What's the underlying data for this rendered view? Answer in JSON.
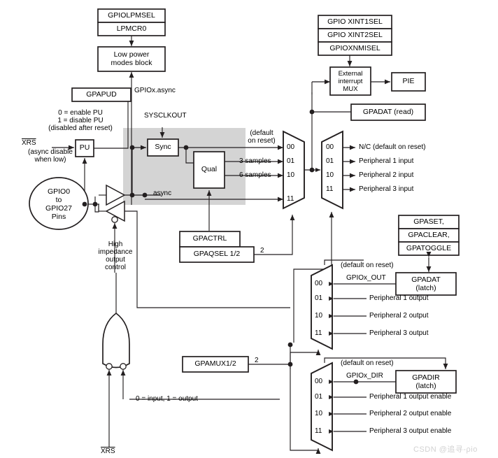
{
  "diagram": {
    "title": "GPIO block diagram",
    "watermark": "CSDN @追寻-ρio"
  },
  "boxes": {
    "gpiolpmsel": "GPIOLPMSEL",
    "lpmcr0": "LPMCR0",
    "low_power": "Low power\nmodes block",
    "gpapud": "GPAPUD",
    "pu": "PU",
    "sync": "Sync",
    "qual": "Qual",
    "gpactrl": "GPACTRL",
    "gpaqsel": "GPAQSEL 1/2",
    "gpamux": "GPAMUX1/2",
    "xint1sel": "GPIO XINT1SEL",
    "xint2sel": "GPIO XINT2SEL",
    "xnmisel": "GPIOXNMISEL",
    "ext_int_mux": "External\ninterrupt\nMUX",
    "pie": "PIE",
    "gpadat_read": "GPADAT (read)",
    "gpaset": "GPASET,",
    "gpaclear": "GPACLEAR,",
    "gpatoggle": "GPATOGGLE",
    "gpadat_latch": "GPADAT\n(latch)",
    "gpadir_latch": "GPADIR\n(latch)",
    "pins": "GPIO0\nto\nGPIO27\nPins"
  },
  "labels": {
    "gpiox_async": "GPIOx.async",
    "sysclkout": "SYSCLKOUT",
    "pu_enable": "0 = enable PU",
    "pu_disable": "1 = disable PU",
    "pu_reset": "(disabled after reset)",
    "xrs": "XRS",
    "xrs_note1": "(async disable",
    "xrs_note2": "when low)",
    "async": "async",
    "default_on_reset_1": "(default",
    "default_on_reset_2": "on reset)",
    "samples3": "3 samples",
    "samples6": "6 samples",
    "hi_z_1": "High",
    "hi_z_2": "impedance",
    "hi_z_3": "output",
    "hi_z_4": "control",
    "xrs_bottom": "XRS",
    "dir_note": "0 = input, 1 = output",
    "two_a": "2",
    "two_b": "2",
    "default_on_reset_out": "(default on reset)",
    "gpiox_out": "GPIOx_OUT",
    "default_on_reset_dir": "(default on reset)",
    "gpiox_dir": "GPIOx_DIR"
  },
  "mux_input_qual": {
    "name": "input qualification mux",
    "selectors": [
      "00",
      "01",
      "10",
      "11"
    ]
  },
  "mux_input_periph": {
    "name": "peripheral input mux",
    "selectors": [
      "00",
      "01",
      "10",
      "11"
    ],
    "outputs": [
      "N/C (default on reset)",
      "Peripheral 1 input",
      "Peripheral 2 input",
      "Peripheral 3 input"
    ]
  },
  "mux_output": {
    "name": "output mux",
    "selectors": [
      "00",
      "01",
      "10",
      "11"
    ],
    "inputs": [
      "",
      "Peripheral 1 output",
      "Peripheral 2 output",
      "Peripheral 3 output"
    ]
  },
  "mux_dir": {
    "name": "direction mux",
    "selectors": [
      "00",
      "01",
      "10",
      "11"
    ],
    "inputs": [
      "",
      "Peripheral 1 output enable",
      "Peripheral 2 output enable",
      "Peripheral 3 output enable"
    ]
  }
}
